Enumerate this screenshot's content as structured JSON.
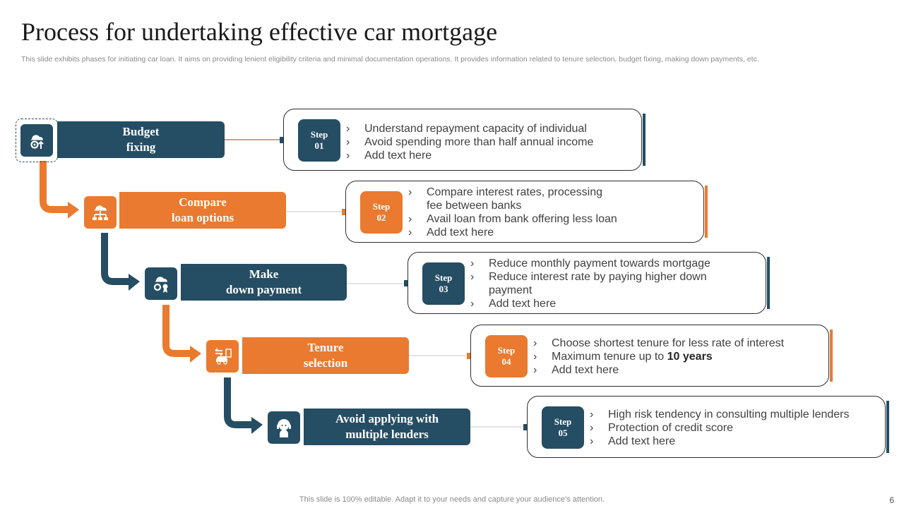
{
  "title": "Process for undertaking effective car mortgage",
  "subtitle": "This slide exhibits phases for initiating car loan. It aims on providing lenient eligibility criteria and minimal documentation operations. It provides information related to tenure selection, budget fixing, making down payments, etc.",
  "footer": "This slide is 100% editable. Adapt it to your needs and capture your audience’s attention.",
  "page_number": "6",
  "colors": {
    "blue": "#254d64",
    "orange": "#ea7a2f"
  },
  "steps": [
    {
      "label_line1": "Budget",
      "label_line2": "fixing",
      "icon": "gear-cloud-icon",
      "color": "blue",
      "step_word": "Step",
      "step_num": "01",
      "bullets": [
        "Understand repayment capacity of individual",
        "Avoid spending more than half annual income",
        "Add text here"
      ]
    },
    {
      "label_line1": "Compare",
      "label_line2": "loan options",
      "icon": "cloud-network-icon",
      "color": "orange",
      "step_word": "Step",
      "step_num": "02",
      "bullets": [
        "Compare interest rates, processing fee between banks",
        "Avail loan from bank offering less loan",
        "Add text here"
      ]
    },
    {
      "label_line1": "Make",
      "label_line2": "down payment",
      "icon": "gear-cloud-badge-icon",
      "color": "blue",
      "step_word": "Step",
      "step_num": "03",
      "bullets": [
        "Reduce monthly  payment towards mortgage",
        "Reduce interest rate by paying higher down payment",
        "Add text here"
      ]
    },
    {
      "label_line1": "Tenure",
      "label_line2": "selection",
      "icon": "car-transfer-icon",
      "color": "orange",
      "step_word": "Step",
      "step_num": "04",
      "bullets": [
        "Choose shortest tenure for less rate of interest",
        "Maximum tenure up to ",
        "Add text here"
      ],
      "bullet2_bold": "10 years"
    },
    {
      "label_line1": "Avoid applying with",
      "label_line2": "multiple lenders",
      "icon": "person-headset-icon",
      "color": "blue",
      "step_word": "Step",
      "step_num": "05",
      "bullets": [
        "High risk tendency  in consulting  multiple lenders",
        "Protection of credit score",
        "Add text here"
      ]
    }
  ]
}
